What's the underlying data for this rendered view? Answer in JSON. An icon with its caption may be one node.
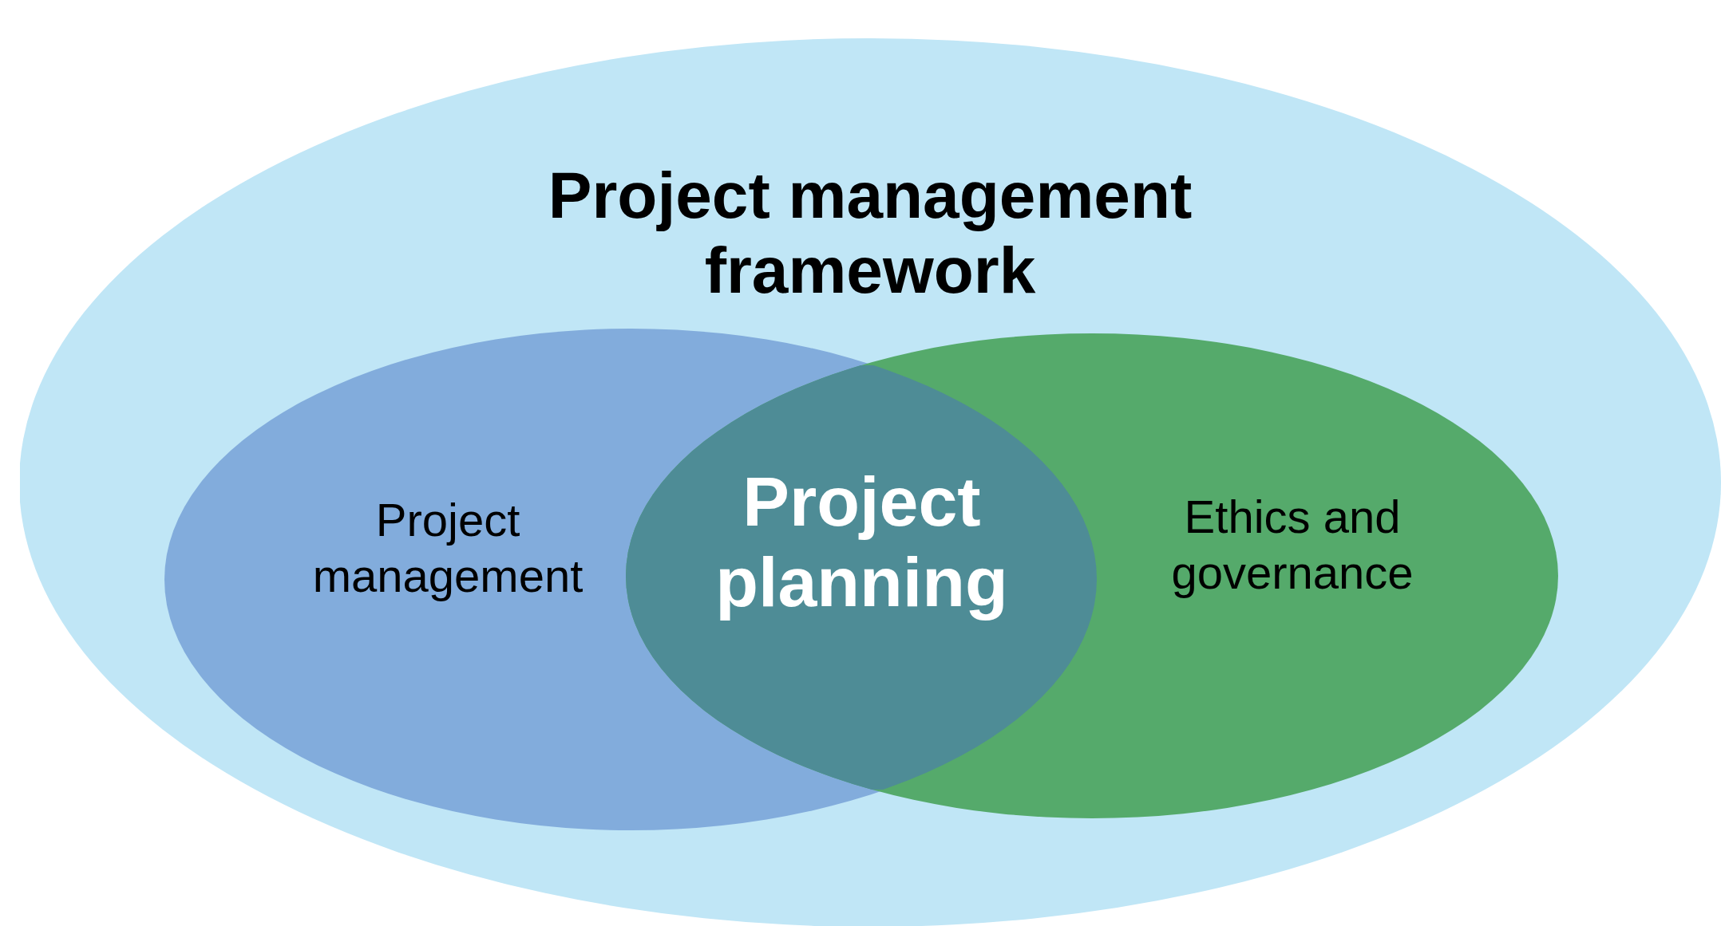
{
  "diagram": {
    "nodes": [
      {
        "text": [
          "Project management framework"
        ]
      },
      {
        "text": [
          "Project management"
        ],
        "in": 0
      },
      {
        "text": [
          "Ethics and governance"
        ],
        "in": 0
      },
      {
        "text": [
          "Project planning"
        ],
        "in": 0
      }
    ]
  }
}
